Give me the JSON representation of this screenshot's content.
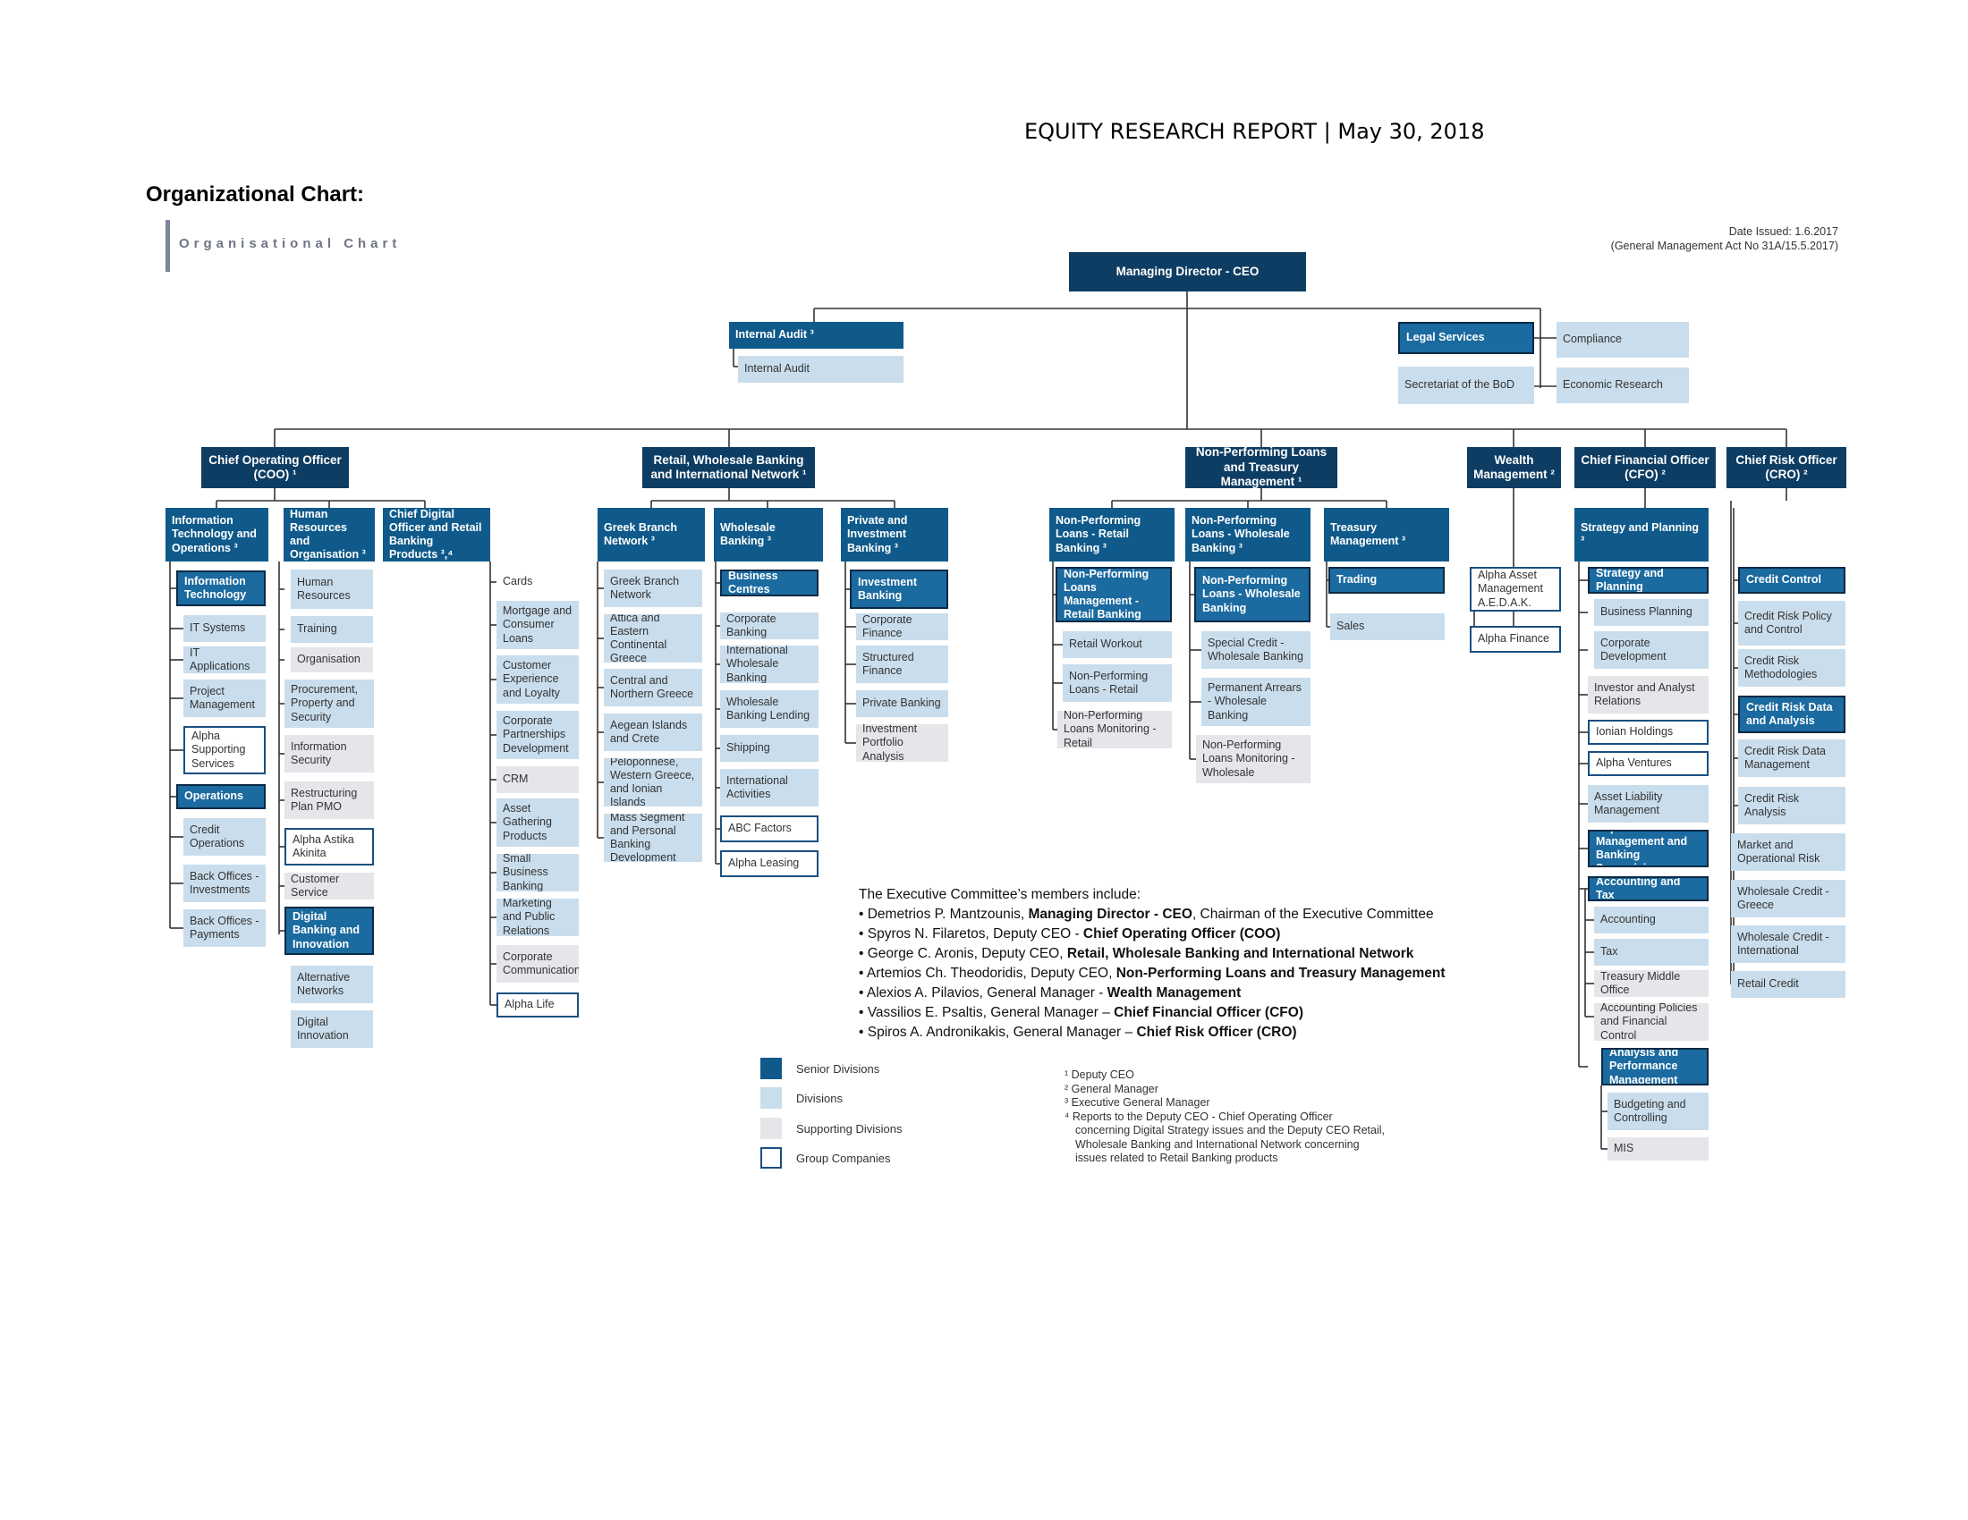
{
  "header": {
    "title": "EQUITY RESEARCH REPORT | May 30, 2018"
  },
  "section_title": "Organizational Chart:",
  "chart_heading": "Organisational Chart",
  "date_issued": {
    "line1": "Date Issued: 1.6.2017",
    "line2": "(General Management Act No 31A/15.5.2017)"
  },
  "top": {
    "ceo": "Managing Director - CEO",
    "internal_audit_head": "Internal Audit ³",
    "internal_audit": "Internal Audit",
    "legal_services": "Legal Services",
    "secretariat": "Secretariat of the BoD",
    "compliance": "Compliance",
    "economic_research": "Economic Research"
  },
  "units": [
    {
      "id": "coo",
      "text": "Chief Operating Officer (COO) ¹",
      "type": "sd"
    },
    {
      "id": "retail",
      "text": "Retail, Wholesale Banking and International Network ¹",
      "type": "sd"
    },
    {
      "id": "npl",
      "text": "Non-Performing Loans and Treasury Management ¹",
      "type": "sd"
    },
    {
      "id": "wealth",
      "text": "Wealth Management ²",
      "type": "sd"
    },
    {
      "id": "cfo",
      "text": "Chief Financial Officer (CFO) ²",
      "type": "sd"
    },
    {
      "id": "cro",
      "text": "Chief Risk Officer (CRO) ²",
      "type": "sd"
    },
    {
      "id": "it",
      "text": "Information Technology and Operations ³",
      "type": "div"
    },
    {
      "id": "it1",
      "text": "Information Technology",
      "type": "sdiv"
    },
    {
      "id": "it2",
      "text": "IT Systems",
      "type": "sup"
    },
    {
      "id": "it3",
      "text": "IT Applications",
      "type": "sup"
    },
    {
      "id": "it4",
      "text": "Project Management",
      "type": "sup"
    },
    {
      "id": "it5",
      "text": "Alpha Supporting Services",
      "type": "grp"
    },
    {
      "id": "it6",
      "text": "Operations",
      "type": "sdiv"
    },
    {
      "id": "it7",
      "text": "Credit Operations",
      "type": "sup"
    },
    {
      "id": "it8",
      "text": "Back Offices - Investments",
      "type": "sup"
    },
    {
      "id": "it9",
      "text": "Back Offices - Payments",
      "type": "sup"
    },
    {
      "id": "hr",
      "text": "Human Resources and Organisation ³",
      "type": "div"
    },
    {
      "id": "hr1",
      "text": "Human Resources",
      "type": "sup"
    },
    {
      "id": "hr2",
      "text": "Training",
      "type": "sup"
    },
    {
      "id": "hr3",
      "text": "Organisation",
      "type": "sup2"
    },
    {
      "id": "hr4",
      "text": "Procurement, Property and Security",
      "type": "sup"
    },
    {
      "id": "hr5",
      "text": "Information Security",
      "type": "sup2"
    },
    {
      "id": "hr6",
      "text": "Restructuring Plan PMO",
      "type": "sup2"
    },
    {
      "id": "hr7",
      "text": "Alpha Astika Akinita",
      "type": "grp"
    },
    {
      "id": "hr8",
      "text": "Customer Service",
      "type": "sup2"
    },
    {
      "id": "hr9",
      "text": "Digital Banking and Innovation",
      "type": "sdiv"
    },
    {
      "id": "hr10",
      "text": "Alternative Networks",
      "type": "sup"
    },
    {
      "id": "hr11",
      "text": "Digital Innovation",
      "type": "sup"
    },
    {
      "id": "cdo",
      "text": "Chief Digital Officer and Retail Banking Products ³,⁴",
      "type": "div"
    },
    {
      "id": "cdo1",
      "text": "Cards",
      "type": "plain"
    },
    {
      "id": "cdo2",
      "text": "Mortgage and Consumer Loans",
      "type": "sup"
    },
    {
      "id": "cdo3",
      "text": "Customer Experience and Loyalty",
      "type": "sup"
    },
    {
      "id": "cdo4",
      "text": "Corporate Partnerships Development",
      "type": "sup"
    },
    {
      "id": "cdo5",
      "text": "CRM",
      "type": "sup2"
    },
    {
      "id": "cdo6",
      "text": "Asset Gathering Products",
      "type": "sup"
    },
    {
      "id": "cdo7",
      "text": "Small Business Banking",
      "type": "sup"
    },
    {
      "id": "cdo8",
      "text": "Marketing and Public Relations",
      "type": "sup"
    },
    {
      "id": "cdo9",
      "text": "Corporate Communications",
      "type": "sup2"
    },
    {
      "id": "cdo10",
      "text": "Alpha Life",
      "type": "grp"
    },
    {
      "id": "gb",
      "text": "Greek Branch Network ³",
      "type": "div"
    },
    {
      "id": "gb1",
      "text": "Greek Branch Network",
      "type": "sup"
    },
    {
      "id": "gb2",
      "text": "Attica and Eastern Continental Greece",
      "type": "sup"
    },
    {
      "id": "gb3",
      "text": "Central and Northern Greece",
      "type": "sup"
    },
    {
      "id": "gb4",
      "text": "Aegean Islands and Crete",
      "type": "sup"
    },
    {
      "id": "gb5",
      "text": "Peloponnese, Western Greece, and Ionian Islands",
      "type": "sup"
    },
    {
      "id": "gb6",
      "text": "Mass Segment and Personal Banking Development",
      "type": "sup"
    },
    {
      "id": "wb",
      "text": "Wholesale Banking ³",
      "type": "div"
    },
    {
      "id": "wb1",
      "text": "Business Centres",
      "type": "sdiv"
    },
    {
      "id": "wb2",
      "text": "Corporate Banking",
      "type": "sup"
    },
    {
      "id": "wb3",
      "text": "International Wholesale Banking",
      "type": "sup"
    },
    {
      "id": "wb4",
      "text": "Wholesale Banking Lending",
      "type": "sup"
    },
    {
      "id": "wb5",
      "text": "Shipping",
      "type": "sup"
    },
    {
      "id": "wb6",
      "text": "International Activities",
      "type": "sup"
    },
    {
      "id": "wb7",
      "text": "ABC Factors",
      "type": "grp"
    },
    {
      "id": "wb8",
      "text": "Alpha Leasing",
      "type": "grp"
    },
    {
      "id": "pib",
      "text": "Private and Investment Banking ³",
      "type": "div"
    },
    {
      "id": "pib1",
      "text": "Investment Banking",
      "type": "sdiv"
    },
    {
      "id": "pib2",
      "text": "Corporate Finance",
      "type": "sup"
    },
    {
      "id": "pib3",
      "text": "Structured Finance",
      "type": "sup"
    },
    {
      "id": "pib4",
      "text": "Private Banking",
      "type": "sup"
    },
    {
      "id": "pib5",
      "text": "Investment Portfolio Analysis",
      "type": "sup2"
    },
    {
      "id": "nplr",
      "text": "Non-Performing Loans - Retail Banking ³",
      "type": "div"
    },
    {
      "id": "nplr1",
      "text": "Non-Performing Loans Management - Retail Banking",
      "type": "sdiv"
    },
    {
      "id": "nplr2",
      "text": "Retail Workout",
      "type": "sup"
    },
    {
      "id": "nplr3",
      "text": "Non-Performing Loans - Retail",
      "type": "sup"
    },
    {
      "id": "nplr4",
      "text": "Non-Performing Loans Monitoring - Retail",
      "type": "sup2"
    },
    {
      "id": "nplw",
      "text": "Non-Performing Loans - Wholesale Banking ³",
      "type": "div"
    },
    {
      "id": "nplw1",
      "text": "Non-Performing Loans - Wholesale Banking",
      "type": "sdiv"
    },
    {
      "id": "nplw2",
      "text": "Special Credit - Wholesale Banking",
      "type": "sup"
    },
    {
      "id": "nplw3",
      "text": "Permanent Arrears - Wholesale Banking",
      "type": "sup"
    },
    {
      "id": "nplw4",
      "text": "Non-Performing Loans Monitoring - Wholesale",
      "type": "sup2"
    },
    {
      "id": "tm",
      "text": "Treasury Management ³",
      "type": "div"
    },
    {
      "id": "tm1",
      "text": "Trading",
      "type": "sdiv"
    },
    {
      "id": "tm2",
      "text": "Sales",
      "type": "sup"
    },
    {
      "id": "wm1",
      "text": "Alpha Asset Management A.E.D.A.K.",
      "type": "grp"
    },
    {
      "id": "wm2",
      "text": "Alpha Finance",
      "type": "grp"
    },
    {
      "id": "sp",
      "text": "Strategy and Planning ³",
      "type": "div"
    },
    {
      "id": "sp1",
      "text": "Strategy and Planning",
      "type": "sdiv"
    },
    {
      "id": "sp2",
      "text": "Business Planning",
      "type": "sup"
    },
    {
      "id": "sp3",
      "text": "Corporate Development",
      "type": "sup"
    },
    {
      "id": "sp4",
      "text": "Investor and Analyst Relations",
      "type": "sup2"
    },
    {
      "id": "sp5",
      "text": "Ionian Holdings",
      "type": "grp"
    },
    {
      "id": "sp6",
      "text": "Alpha Ventures",
      "type": "grp"
    },
    {
      "id": "sp7",
      "text": "Asset Liability Management",
      "type": "sup"
    },
    {
      "id": "sp8",
      "text": "Capital Management and Banking Supervision",
      "type": "sdiv"
    },
    {
      "id": "sp9",
      "text": "Accounting and Tax",
      "type": "sdiv"
    },
    {
      "id": "sp10",
      "text": "Accounting",
      "type": "sup"
    },
    {
      "id": "sp11",
      "text": "Tax",
      "type": "sup"
    },
    {
      "id": "sp12",
      "text": "Treasury Middle Office",
      "type": "sup2"
    },
    {
      "id": "sp13",
      "text": "Accounting Policies and Financial Control",
      "type": "sup2"
    },
    {
      "id": "sp14",
      "text": "Analysis and Performance Management",
      "type": "sdiv"
    },
    {
      "id": "sp15",
      "text": "Budgeting and Controlling",
      "type": "sup"
    },
    {
      "id": "sp16",
      "text": "MIS",
      "type": "sup2"
    },
    {
      "id": "cr1",
      "text": "Credit Control",
      "type": "sdiv"
    },
    {
      "id": "cr2",
      "text": "Credit Risk Policy and Control",
      "type": "sup"
    },
    {
      "id": "cr3",
      "text": "Credit Risk Methodologies",
      "type": "sup"
    },
    {
      "id": "cr4",
      "text": "Credit Risk Data and Analysis",
      "type": "sdiv"
    },
    {
      "id": "cr5",
      "text": "Credit Risk Data Management",
      "type": "sup"
    },
    {
      "id": "cr6",
      "text": "Credit Risk Analysis",
      "type": "sup"
    },
    {
      "id": "cr7",
      "text": "Market and Operational Risk",
      "type": "sup"
    },
    {
      "id": "cr8",
      "text": "Wholesale Credit - Greece",
      "type": "sup"
    },
    {
      "id": "cr9",
      "text": "Wholesale Credit - International",
      "type": "sup"
    },
    {
      "id": "cr10",
      "text": "Retail Credit",
      "type": "sup"
    }
  ],
  "executive_committee": {
    "intro": "The Executive Committee’s members include:",
    "members": [
      {
        "pre": "• Demetrios P. Mantzounis, ",
        "role": "Managing Director - CEO",
        "post": ", Chairman of the Executive Committee"
      },
      {
        "pre": "• Spyros N. Filaretos, Deputy CEO - ",
        "role": "Chief Operating Officer (COO)",
        "post": ""
      },
      {
        "pre": "• George C. Aronis, Deputy CEO, ",
        "role": "Retail, Wholesale Banking and International Network",
        "post": ""
      },
      {
        "pre": "• Artemios Ch. Theodoridis, Deputy CEO, ",
        "role": "Non-Performing Loans and Treasury Management",
        "post": ""
      },
      {
        "pre": "• Alexios A. Pilavios, General Manager - ",
        "role": "Wealth Management",
        "post": ""
      },
      {
        "pre": "• Vassilios E. Psaltis, General Manager – ",
        "role": "Chief Financial Officer (CFO)",
        "post": ""
      },
      {
        "pre": "• Spiros A. Andronikakis, General Manager – ",
        "role": "Chief Risk Officer (CRO)",
        "post": ""
      }
    ]
  },
  "legend": [
    {
      "label": "Senior Divisions",
      "color": "#0f5a8a"
    },
    {
      "label": "Divisions",
      "color": "#c9ddec"
    },
    {
      "label": "Supporting Divisions",
      "color": "#e4e6ea"
    },
    {
      "label": "Group Companies",
      "color": "#ffffff"
    }
  ],
  "footnotes": [
    "¹ Deputy CEO",
    "² General Manager",
    "³ Executive General Manager",
    "⁴ Reports to the Deputy CEO - Chief Operating Officer",
    "concerning Digital Strategy issues and the Deputy CEO Retail,",
    "Wholesale Banking and International Network concerning",
    "issues related to Retail Banking products"
  ],
  "colors": {
    "senior": "#0e3d63",
    "division_head": "#0f5a8a",
    "division": "#c9ddec",
    "supporting": "#e4e6ea",
    "group_border": "#1a4f80"
  }
}
